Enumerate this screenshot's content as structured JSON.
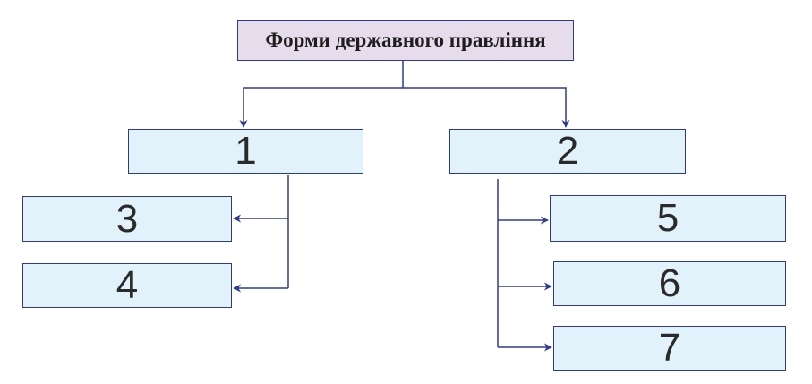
{
  "diagram": {
    "title": "Форми державного правління",
    "nodes": [
      {
        "id": "1",
        "label": "1"
      },
      {
        "id": "2",
        "label": "2"
      },
      {
        "id": "3",
        "label": "3"
      },
      {
        "id": "4",
        "label": "4"
      },
      {
        "id": "5",
        "label": "5"
      },
      {
        "id": "6",
        "label": "6"
      },
      {
        "id": "7",
        "label": "7"
      }
    ],
    "edges": [
      {
        "from": "title",
        "to": "1"
      },
      {
        "from": "title",
        "to": "2"
      },
      {
        "from": "1",
        "to": "3"
      },
      {
        "from": "1",
        "to": "4"
      },
      {
        "from": "2",
        "to": "5"
      },
      {
        "from": "2",
        "to": "6"
      },
      {
        "from": "2",
        "to": "7"
      }
    ]
  },
  "colors": {
    "line": "#2f3a8f",
    "title_fill": "#e7dcec",
    "box_fill": "#e2f2fb"
  }
}
